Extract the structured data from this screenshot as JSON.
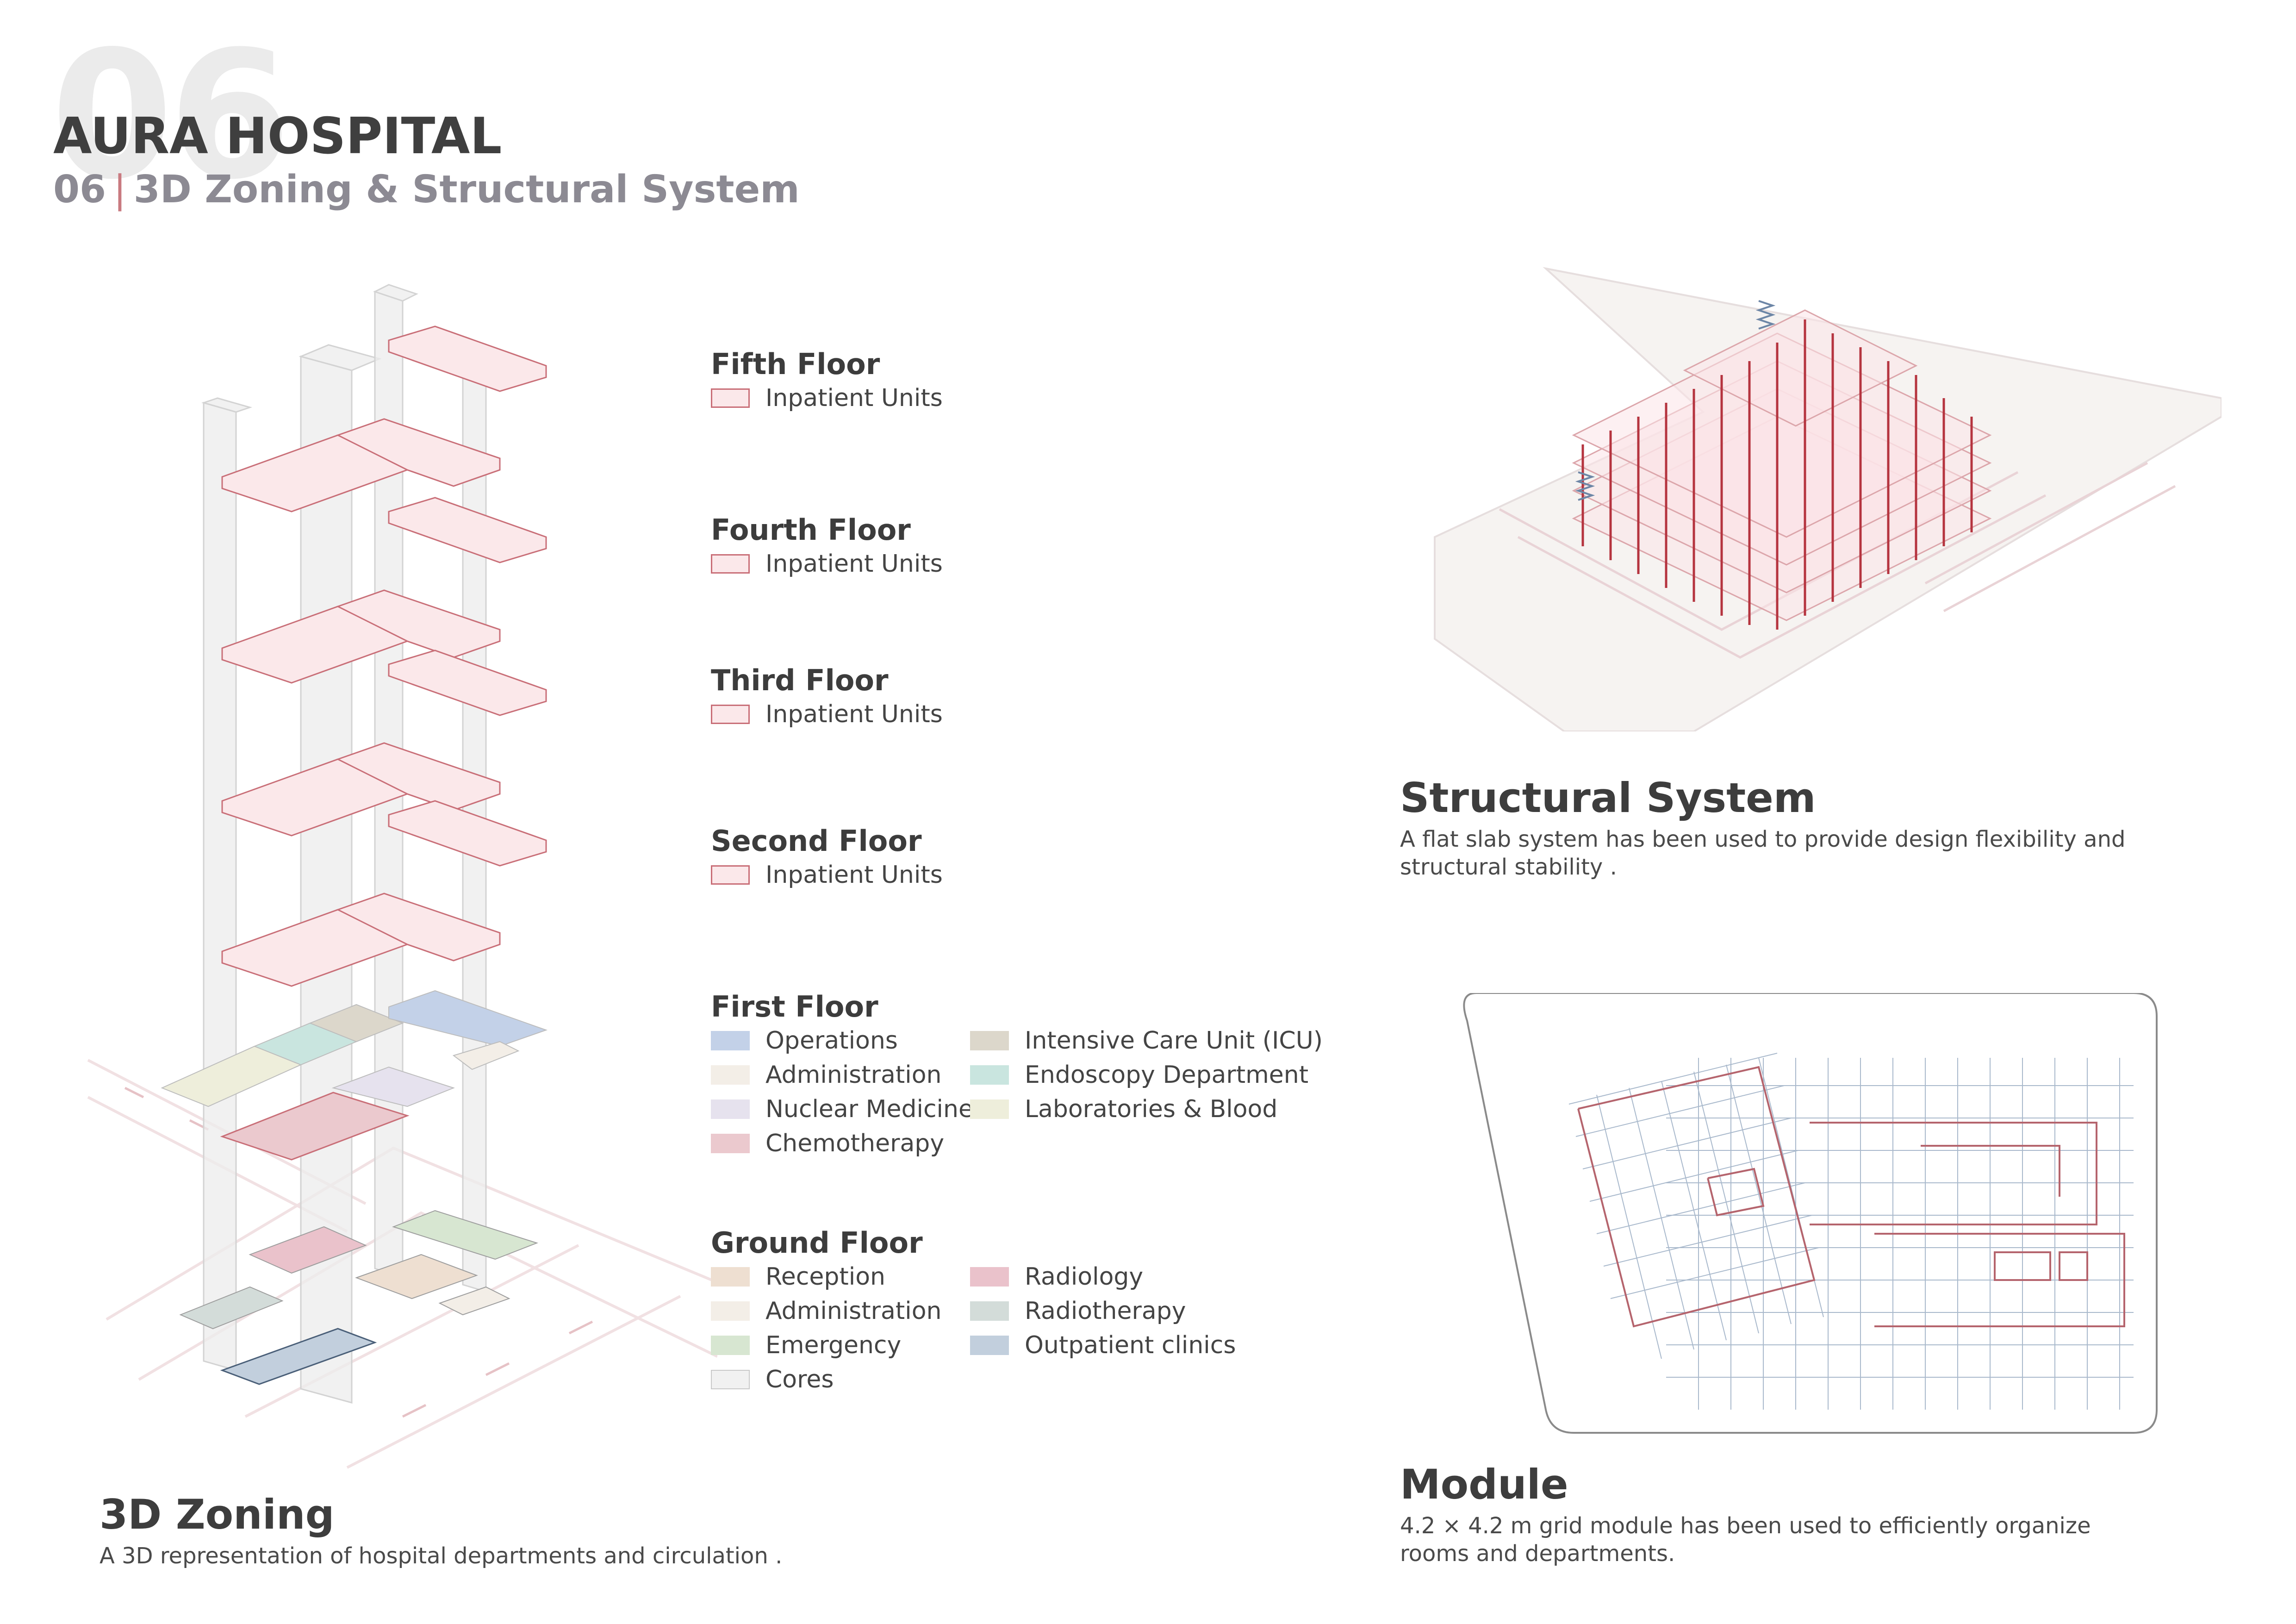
{
  "header": {
    "big_number": "06",
    "title": "AURA HOSPITAL",
    "subtitle_number": "06",
    "subtitle_separator": "|",
    "subtitle_text": "3D Zoning & Structural System"
  },
  "legend": {
    "fifth": {
      "title": "Fifth Floor",
      "items": [
        {
          "label": "Inpatient Units",
          "color": "#fbe8ea",
          "border": "#c96f78"
        }
      ]
    },
    "fourth": {
      "title": "Fourth Floor",
      "items": [
        {
          "label": "Inpatient Units",
          "color": "#fbe8ea",
          "border": "#c96f78"
        }
      ]
    },
    "third": {
      "title": "Third Floor",
      "items": [
        {
          "label": "Inpatient Units",
          "color": "#fbe8ea",
          "border": "#c96f78"
        }
      ]
    },
    "second": {
      "title": "Second Floor",
      "items": [
        {
          "label": "Inpatient Units",
          "color": "#fbe8ea",
          "border": "#c96f78"
        }
      ]
    },
    "first": {
      "title": "First Floor",
      "col1": [
        {
          "label": "Operations",
          "color": "#c3d1e8"
        },
        {
          "label": "Administration",
          "color": "#f3eee7"
        },
        {
          "label": "Nuclear Medicine",
          "color": "#e6e2ee"
        },
        {
          "label": "Chemotherapy",
          "color": "#ebc9ce"
        }
      ],
      "col2": [
        {
          "label": "Intensive Care Unit (ICU)",
          "color": "#dcd7cb"
        },
        {
          "label": "Endoscopy Department",
          "color": "#c9e5df"
        },
        {
          "label": "Laboratories & Blood",
          "color": "#eeeedb"
        }
      ]
    },
    "ground": {
      "title": "Ground Floor",
      "col1": [
        {
          "label": "Reception",
          "color": "#eedfd1"
        },
        {
          "label": "Administration",
          "color": "#f3eee7"
        },
        {
          "label": "Emergency",
          "color": "#d7e6d1"
        },
        {
          "label": "Cores",
          "color": "#f1f1f1"
        }
      ],
      "col2": [
        {
          "label": "Radiology",
          "color": "#eac2cb"
        },
        {
          "label": "Radiotherapy",
          "color": "#d3dcd9"
        },
        {
          "label": "Outpatient clinics",
          "color": "#c2cfdd"
        }
      ]
    }
  },
  "sections": {
    "zoning": {
      "title": "3D Zoning",
      "text": "A 3D representation of hospital departments and circulation ."
    },
    "structural": {
      "title": "Structural System",
      "text": "A flat slab system has been used to provide design flexibility and structural stability ."
    },
    "module": {
      "title": "Module",
      "text": "4.2 × 4.2 m grid module has been used to efficiently organize rooms and departments."
    }
  },
  "colors": {
    "slab_pink": "#fbe8ea",
    "slab_edge": "#c96f78",
    "core_gray": "#e9e9e9",
    "column_red": "#b5343f",
    "grid_blue": "#9fb2c8"
  }
}
